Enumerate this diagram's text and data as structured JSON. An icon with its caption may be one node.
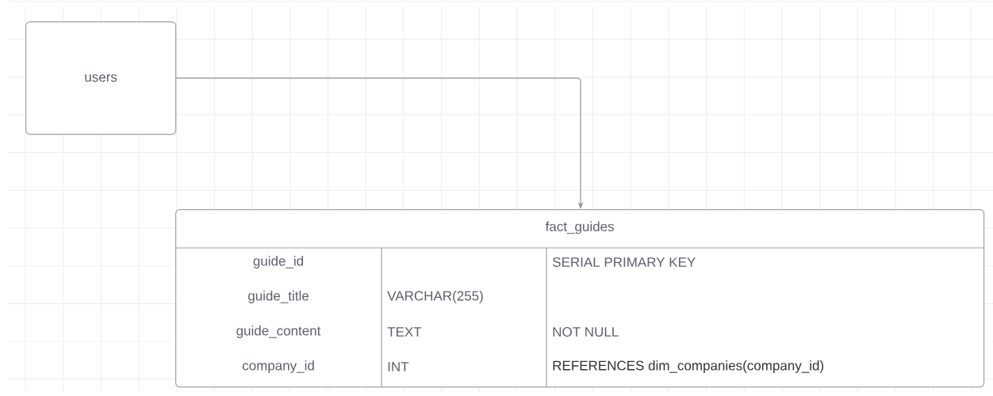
{
  "diagram": {
    "nodes": [
      {
        "text": [
          "users"
        ]
      },
      {
        "text": [
          "fact_guides"
        ]
      }
    ],
    "edges": [
      {
        "from": 0,
        "to": 1,
        "arrow": "to"
      }
    ],
    "labels": [
      "guide_id",
      "SERIAL PRIMARY KEY",
      "guide_title",
      "VARCHAR(255)",
      "guide_content",
      "TEXT",
      "NOT NULL",
      "company_id",
      "INT",
      "REFERENCES dim_companies(company_id)"
    ]
  }
}
